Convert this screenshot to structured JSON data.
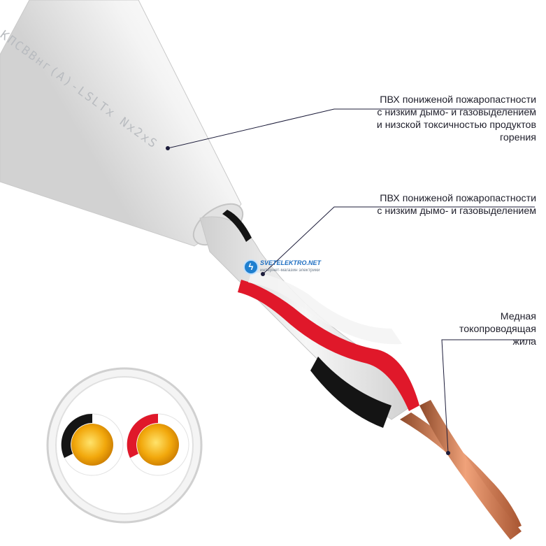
{
  "cable_marking": "КПСВВнг(А)-LSLTx Nx2xS",
  "watermark": {
    "name": "SVETELEKTRO.NET",
    "subtitle": "интернет-магазин электрики",
    "icon": "lightning-logo-icon"
  },
  "labels": {
    "outer_sheath": [
      "ПВХ пониженой пожаропастности",
      "с низким дымо- и газовыделением",
      "и низской токсичностью продуктов",
      "горения"
    ],
    "inner_insulation": [
      "ПВХ пониженой пожаропастности",
      "с низким дымо- и газовыделением"
    ],
    "conductor": [
      "Медная",
      "токопроводящая",
      "жила"
    ]
  },
  "colors": {
    "sheath": "#ececec",
    "core_red": "#e0182a",
    "core_black": "#121212",
    "copper": "#c8774e",
    "gold": "#f2b011",
    "pointer": "#1c1c3a"
  }
}
